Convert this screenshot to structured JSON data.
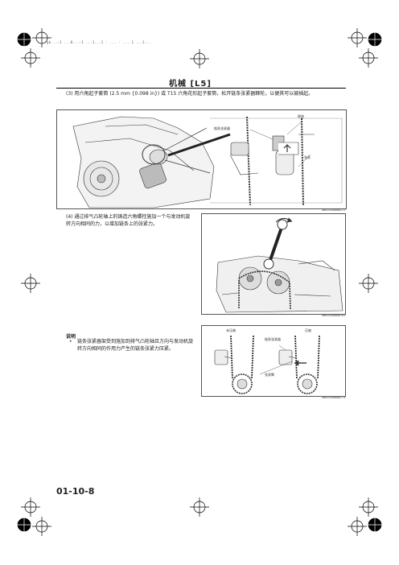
{
  "header_strip": "gk...:1 ...0...:1 ...1...1 · ... · ... 1 ...1...",
  "page_title": "机械 [L5]",
  "step3": {
    "text": "(3) 用六角起子套筒 (2.5 mm {0.098 in}) 或 T15 六角花形起子套筒，松开链条张紧器棘轮，以便其可以被插起。",
    "figure_code": "am6zzw00000279",
    "labels": {
      "tensioner": "链条张紧器",
      "release": "释放",
      "chain": "张条"
    }
  },
  "step4": {
    "text": "(4) 通过排气凸轮轴上的铸造六角螺栓施加一个与发动机旋转方向相同的力，以增加链条上的张紧力。",
    "figure_code": "am6zzw00000783"
  },
  "note": {
    "title": "说明",
    "bullet": "链条张紧器架受到施加到排气凸轮轴且方向与发动机旋转方向相同的作用力产生的链条张紧力压紧。",
    "figure_code": "am6zzw00000274",
    "labels": {
      "uncompressed": "未压缩",
      "compressed": "压缩",
      "tensioner": "链条张紧器",
      "arm": "张紧臂"
    }
  },
  "page_number": "01-10-8"
}
